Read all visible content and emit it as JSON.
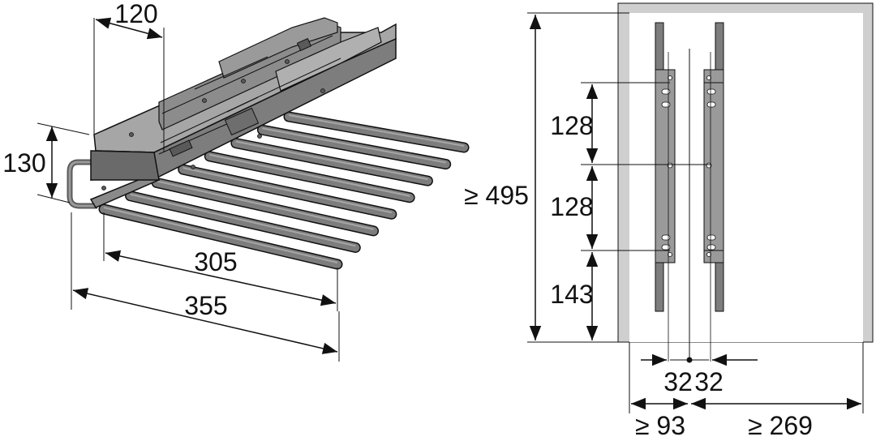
{
  "colors": {
    "body": "#7d7d7d",
    "body_dark": "#5a5a5a",
    "body_light": "#a6a6a6",
    "line": "#111111",
    "panel": "#cfcfcf",
    "panel_inner": "#ffffff",
    "text": "#111111"
  },
  "dimensions": {
    "d120": "120",
    "d130": "130",
    "d305": "305",
    "d355": "355",
    "d495": "≥ 495",
    "d128a": "128",
    "d128b": "128",
    "d143": "143",
    "d32a": "32",
    "d32b": "32",
    "d93": "≥ 93",
    "d269": "≥ 269"
  },
  "rod_count": 8
}
